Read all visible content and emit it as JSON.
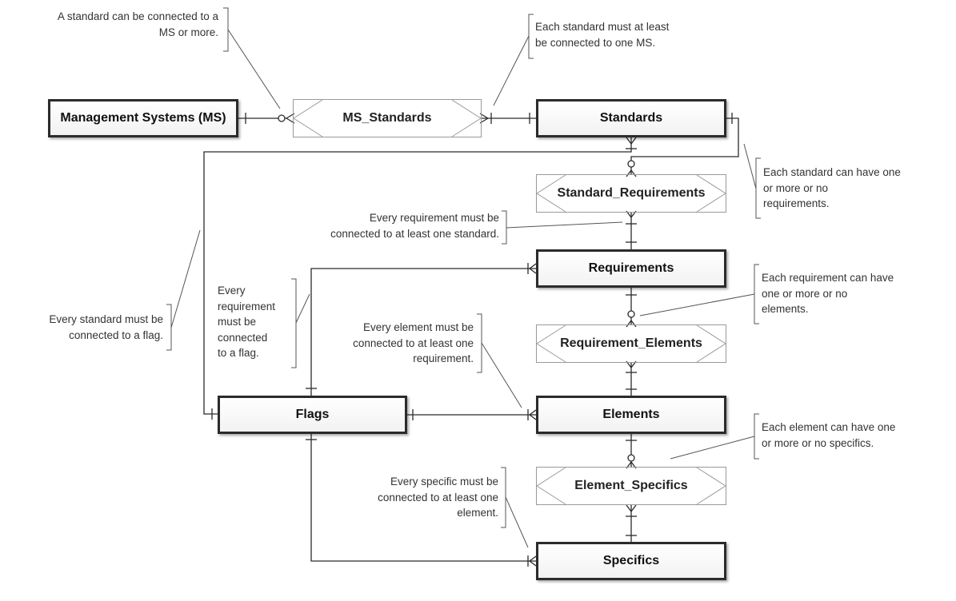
{
  "entities": {
    "ms": "Management Systems (MS)",
    "standards": "Standards",
    "requirements": "Requirements",
    "elements": "Elements",
    "flags": "Flags",
    "specifics": "Specifics"
  },
  "associations": {
    "ms_standards": "MS_Standards",
    "standard_requirements": "Standard_Requirements",
    "requirement_elements": "Requirement_Elements",
    "element_specifics": "Element_Specifics"
  },
  "notes": {
    "n1": [
      "A standard can be connected to a",
      "MS or more."
    ],
    "n2": [
      "Each standard must at least",
      "be connected to one MS."
    ],
    "n3": [
      "Each standard can have one",
      "or more or no",
      "requirements."
    ],
    "n4": [
      "Every requirement must be",
      "connected to at least one standard."
    ],
    "n5": [
      "Each requirement can have",
      "one or more or no",
      "elements."
    ],
    "n6": [
      "Every standard must be",
      "connected to a flag."
    ],
    "n7": [
      "Every",
      "requirement",
      "must be",
      "connected",
      "to a flag."
    ],
    "n8": [
      "Every element must be",
      "connected to at least one",
      "requirement."
    ],
    "n9": [
      "Each element can have one",
      "or more or no specifics."
    ],
    "n10": [
      "Every specific must be",
      "connected to at least one",
      "element."
    ]
  }
}
